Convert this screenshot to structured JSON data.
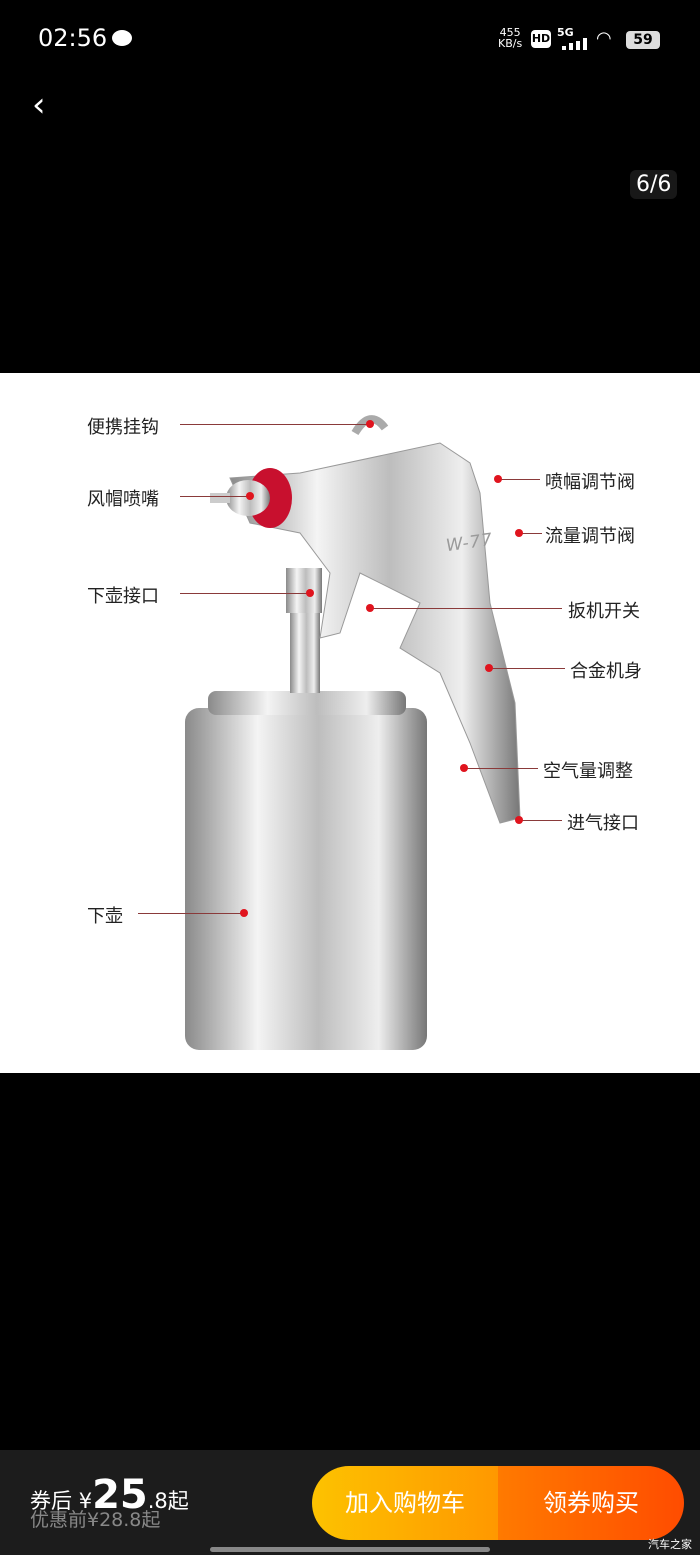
{
  "status": {
    "time": "02:56",
    "speed": "455",
    "speed_unit": "KB/s",
    "hd": "HD",
    "network": "5G",
    "battery": "59"
  },
  "viewer": {
    "counter": "6/6"
  },
  "image": {
    "labels_left": [
      "便携挂钩",
      "风帽喷嘴",
      "下壶接口",
      "下壶"
    ],
    "labels_right": [
      "喷幅调节阀",
      "流量调节阀",
      "扳机开关",
      "合金机身",
      "空气量调整",
      "进气接口"
    ],
    "model": "W-77"
  },
  "bottom": {
    "after_prefix": "券后",
    "currency": "¥",
    "price_int": "25",
    "price_dec": ".8",
    "price_suffix": "起",
    "before_price": "优惠前¥28.8起",
    "cart_button": "加入购物车",
    "buy_button": "领券购买"
  },
  "watermark": "汽车之家"
}
